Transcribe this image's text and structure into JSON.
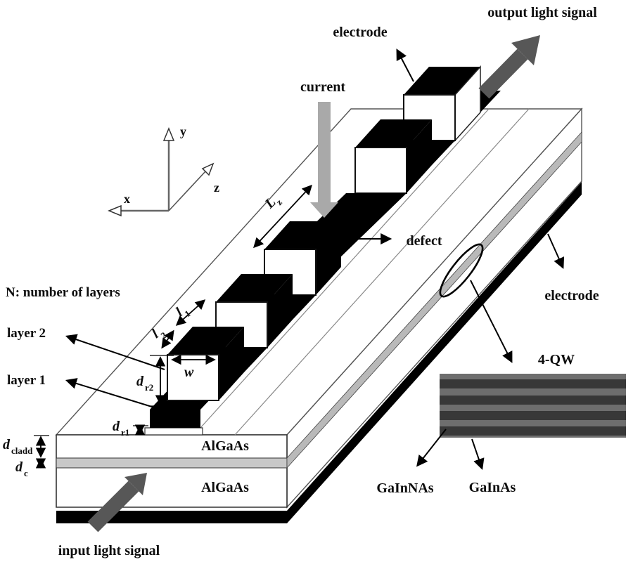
{
  "labels": {
    "output_light_signal": "output light signal",
    "electrode_top": "electrode",
    "current": "current",
    "defect": "defect",
    "electrode_right": "electrode",
    "four_qw": "4-QW",
    "gainnas": "GaInNAs",
    "gainas": "GaInAs",
    "algaas_upper": "AlGaAs",
    "algaas_lower": "AlGaAs",
    "input_light_signal": "input light signal",
    "n_layers": "N: number of layers",
    "layer2": "layer 2",
    "layer1": "layer 1"
  },
  "axes": {
    "x": "x",
    "y": "y",
    "z": "z"
  },
  "dimensions": {
    "Lz": {
      "base": "L",
      "sub": "z"
    },
    "l1": {
      "base": "l",
      "sub": "1"
    },
    "l2": {
      "base": "l",
      "sub": "2"
    },
    "w": {
      "base": "w",
      "sub": ""
    },
    "dr2": {
      "base": "d",
      "sub": "r2"
    },
    "dr1": {
      "base": "d",
      "sub": "r1"
    },
    "dcladd": {
      "base": "d",
      "sub": "cladd"
    },
    "dc": {
      "base": "d",
      "sub": "c"
    }
  },
  "colors": {
    "outline": "#000000",
    "signal_arrow_gray": "#575757",
    "current_arrow_gray": "#a9a9a9",
    "core_layer_front": "#c8c8c8",
    "core_layer_side": "#b9b9b9",
    "electrode_black": "#000000",
    "qw_background": "#6e6e6e",
    "qw_stripe": "#383838"
  }
}
